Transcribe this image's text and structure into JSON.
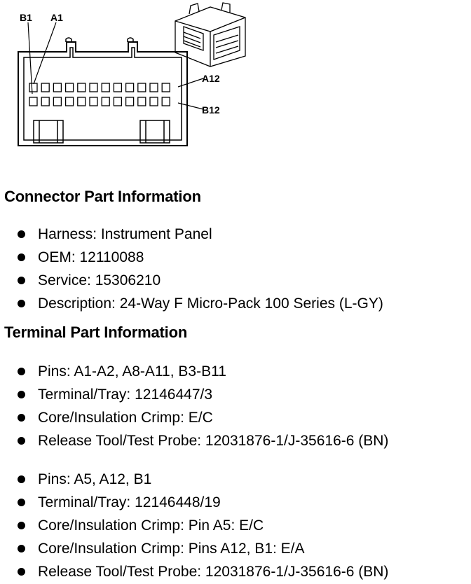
{
  "diagram": {
    "labels": {
      "b1": "B1",
      "a1": "A1",
      "a12": "A12",
      "b12": "B12"
    }
  },
  "connector": {
    "heading": "Connector Part Information",
    "items": [
      "Harness: Instrument Panel",
      "OEM: 12110088",
      "Service: 15306210",
      "Description: 24-Way F Micro-Pack 100 Series (L-GY)"
    ]
  },
  "terminal": {
    "heading": "Terminal Part Information",
    "group1": [
      "Pins: A1-A2, A8-A11, B3-B11",
      "Terminal/Tray: 12146447/3",
      "Core/Insulation Crimp: E/C",
      "Release Tool/Test Probe: 12031876-1/J-35616-6 (BN)"
    ],
    "group2": [
      "Pins: A5, A12, B1",
      "Terminal/Tray: 12146448/19",
      "Core/Insulation Crimp: Pin A5: E/C",
      "Core/Insulation Crimp: Pins A12, B1: E/A",
      "Release Tool/Test Probe: 12031876-1/J-35616-6 (BN)"
    ]
  }
}
